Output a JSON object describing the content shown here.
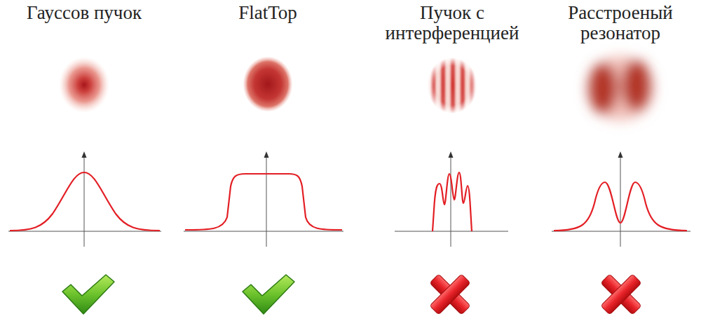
{
  "diagram": {
    "labels": [
      "Гауссов пучок",
      "FlatTop",
      "Пучок с интерференцией",
      "Расстроеный резонатор"
    ]
  }
}
